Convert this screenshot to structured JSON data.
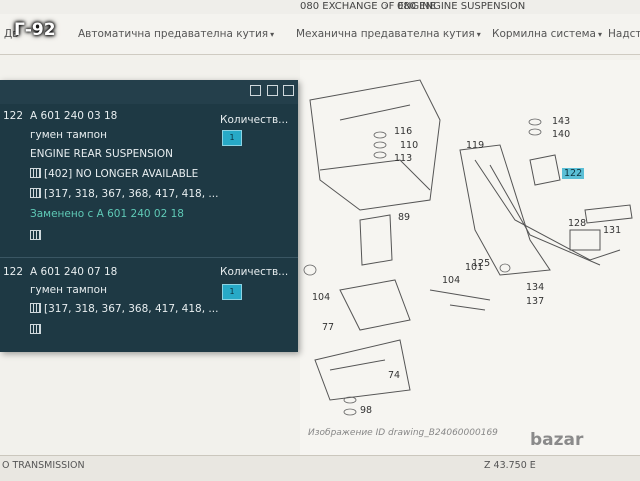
{
  "breadcrumb": {
    "previous": "080 EXCHANGE OF ENGINE",
    "separator": "›",
    "current": "080 ENGINE SUSPENSION"
  },
  "watermark": "Г-92",
  "menu": {
    "items": [
      {
        "label": "Дв",
        "has_arrow": false
      },
      {
        "label": "Автоматична предавателна кутия",
        "has_arrow": true
      },
      {
        "label": "Механична предавателна кутия",
        "has_arrow": true
      },
      {
        "label": "Кормилна система",
        "has_arrow": true
      },
      {
        "label": "Надст",
        "has_arrow": false
      }
    ],
    "arrow_glyph": "▾"
  },
  "parts": [
    {
      "position": "122",
      "part_number": "A 601 240 03 18",
      "name_bg": "гумен тампон",
      "description": "ENGINE REAR SUSPENSION",
      "note": "[402] NO LONGER AVAILABLE",
      "models": "[317, 318, 367, 368, 417, 418, ...",
      "replaced_by": "Заменено с A 601 240 02 18",
      "qty_label": "Количеств...",
      "qty_value": "1"
    },
    {
      "position": "122",
      "part_number": "A 601 240 07 18",
      "name_bg": "гумен тампон",
      "models": "[317, 318, 367, 368, 417, 418, ...",
      "qty_label": "Количеств...",
      "qty_value": "1"
    }
  ],
  "diagram": {
    "callouts": [
      "116",
      "110",
      "113",
      "119",
      "143",
      "140",
      "122",
      "128",
      "131",
      "89",
      "125",
      "104",
      "101",
      "134",
      "137",
      "104",
      "77",
      "74",
      "98"
    ],
    "highlight": "122",
    "image_id_label": "Изображение ID drawing_B24060000169"
  },
  "bottom": {
    "left": "O TRANSMISSION",
    "right": "Z 43.750 E"
  },
  "bazar_logo": "bazar"
}
